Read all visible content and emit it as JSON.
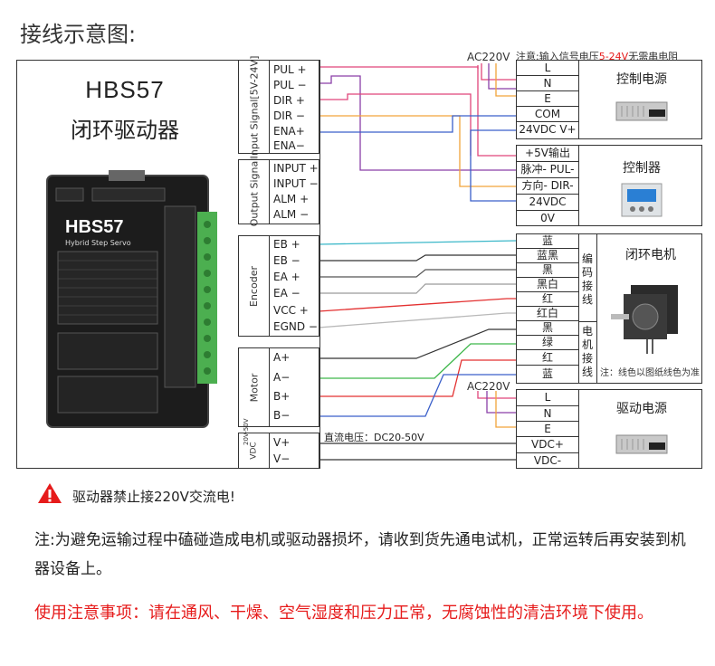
{
  "title": "接线示意图:",
  "driver": {
    "model": "HBS57",
    "subtitle": "闭环驱动器",
    "photo_model": "HBS57",
    "photo_sub": "Hybrid Step Servo"
  },
  "groups": {
    "input": {
      "label": "Input Signal[5V-24V]",
      "terminals": [
        "PUL +",
        "PUL −",
        "DIR +",
        "DIR −",
        "ENA+",
        "ENA−"
      ]
    },
    "output": {
      "label": "Output Signal",
      "terminals": [
        "INPUT +",
        "INPUT −",
        "ALM +",
        "ALM −"
      ]
    },
    "encoder": {
      "label": "Encoder",
      "terminals": [
        "EB +",
        "EB −",
        "EA +",
        "EA −",
        "VCC +",
        "EGND −"
      ]
    },
    "motor": {
      "label": "Motor",
      "terminals": [
        "A+",
        "A−",
        "B+",
        "B−"
      ]
    },
    "vdc": {
      "label": "VDC",
      "label2": "20V-50V",
      "terminals": [
        "V+",
        "V−"
      ]
    }
  },
  "control_power": {
    "ac_label": "AC220V",
    "note_prefix": "注意:输入信号电压",
    "note_highlight": "5-24V",
    "note_suffix": "无需串电阻",
    "cells": [
      "L",
      "N",
      "E",
      "COM",
      "24VDC V+"
    ],
    "title": "控制电源"
  },
  "controller": {
    "cells": [
      "+5V输出",
      "脉冲- PUL-",
      "方向- DIR-",
      "24VDC",
      "0V"
    ],
    "title": "控制器"
  },
  "motor": {
    "cells": [
      "蓝",
      "蓝黑",
      "黑",
      "黑白",
      "红",
      "红白",
      "黑",
      "绿",
      "红",
      "蓝"
    ],
    "encoder_label": "编码接线",
    "motor_label": "电机接线",
    "title": "闭环电机",
    "note": "注：线色以图纸线色为准"
  },
  "drive_power": {
    "ac_label": "AC220V",
    "cells": [
      "L",
      "N",
      "E",
      "VDC+",
      "VDC-"
    ],
    "title": "驱动电源",
    "dc_label": "直流电压：DC20-50V"
  },
  "warning": "驱动器禁止接220V交流电!",
  "note": "注:为避免运输过程中磕碰造成电机或驱动器损坏，请收到货先通电试机，正常运转后再安装到机器设备上。",
  "usage": "使用注意事项：请在通风、干燥、空气湿度和压力正常，无腐蚀性的清洁环境下使用。",
  "colors": {
    "accent_red": "#e61b1b",
    "wire_pink": "#e0457a",
    "wire_purple": "#8a3fa8",
    "wire_orange": "#f2a33a",
    "wire_blue": "#3a5fc9",
    "wire_cyan": "#3cb8c9",
    "wire_gray": "#9a9a9a",
    "wire_green": "#3db64a",
    "wire_red": "#e33030"
  }
}
